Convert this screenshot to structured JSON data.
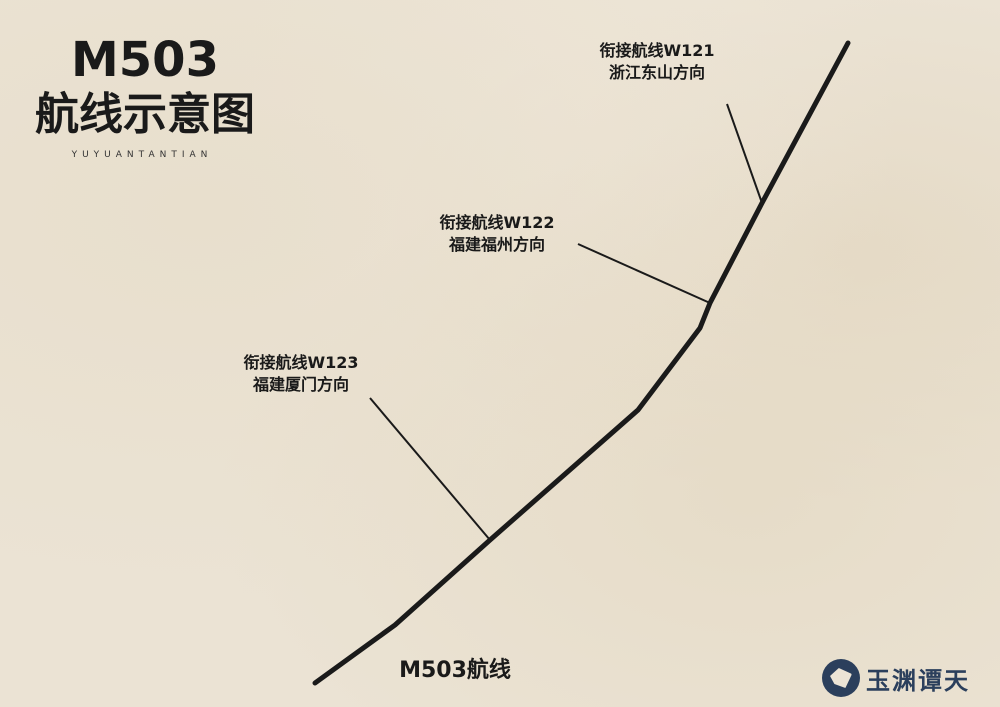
{
  "title": {
    "main": "M503",
    "sub": "航线示意图",
    "en": "YUYUANTANTIAN"
  },
  "connectors": [
    {
      "id": "w121",
      "line1": "衔接航线W121",
      "line2": "浙江东山方向"
    },
    {
      "id": "w122",
      "line1": "衔接航线W122",
      "line2": "福建福州方向"
    },
    {
      "id": "w123",
      "line1": "衔接航线W123",
      "line2": "福建厦门方向"
    }
  ],
  "route": {
    "name": "M503航线"
  },
  "logo": {
    "text": "玉渊谭天"
  },
  "colors": {
    "line": "#1a1a1a",
    "logo": "#2b3f5c",
    "background": "#ebe3d4"
  }
}
